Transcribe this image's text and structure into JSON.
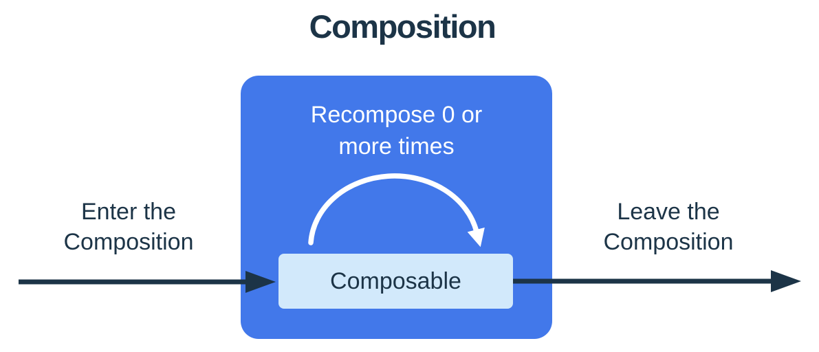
{
  "title": "Composition",
  "colors": {
    "navy": "#1c3447",
    "blue": "#4278ea",
    "light_blue": "#d2e9fb",
    "white": "#ffffff",
    "background": "#ffffff"
  },
  "diagram": {
    "composition_box": {
      "recompose_label": "Recompose 0 or\nmore times",
      "composable_label": "Composable"
    },
    "enter_label": "Enter the\nComposition",
    "leave_label": "Leave the\nComposition",
    "arrows": [
      {
        "name": "enter-arrow",
        "direction": "right",
        "color": "#1c3447"
      },
      {
        "name": "recompose-arrow",
        "direction": "clockwise-arc",
        "color": "#ffffff"
      },
      {
        "name": "leave-arrow",
        "direction": "right",
        "color": "#1c3447"
      }
    ]
  }
}
